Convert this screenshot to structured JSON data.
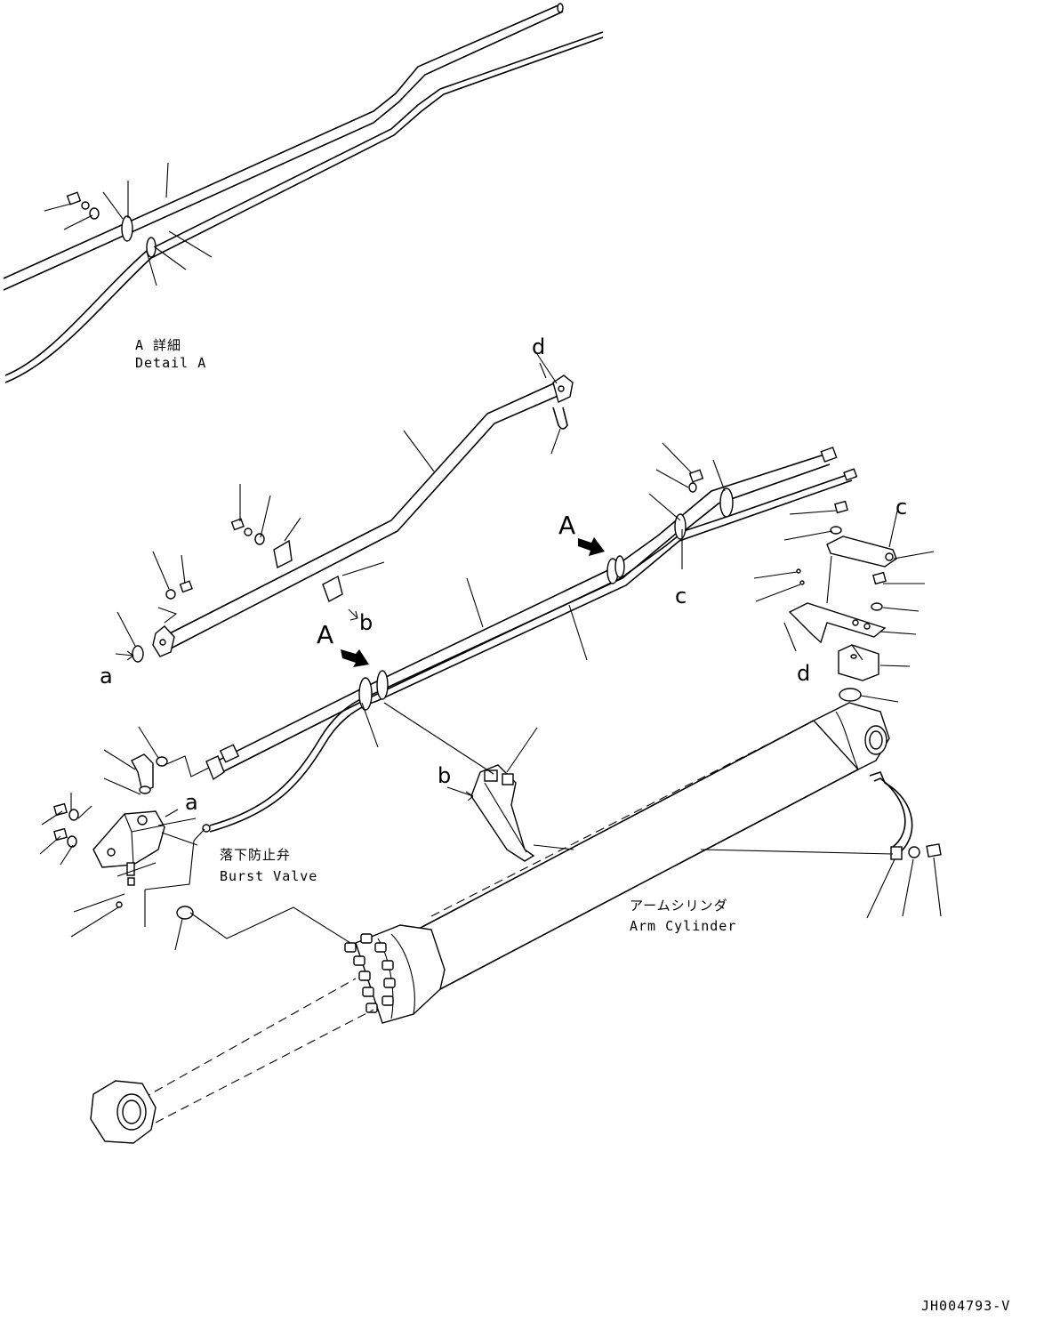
{
  "detail_a": {
    "jp": "A 詳細",
    "en": "Detail A"
  },
  "burst_valve": {
    "jp": "落下防止弁",
    "en": "Burst Valve"
  },
  "arm_cylinder": {
    "jp": "アームシリンダ",
    "en": "Arm Cylinder"
  },
  "view_marker": "A",
  "refs": {
    "a": "a",
    "b": "b",
    "c": "c",
    "d": "d"
  },
  "drawing_number": "JH004793-V",
  "icons": [
    "view-arrow-icon"
  ]
}
